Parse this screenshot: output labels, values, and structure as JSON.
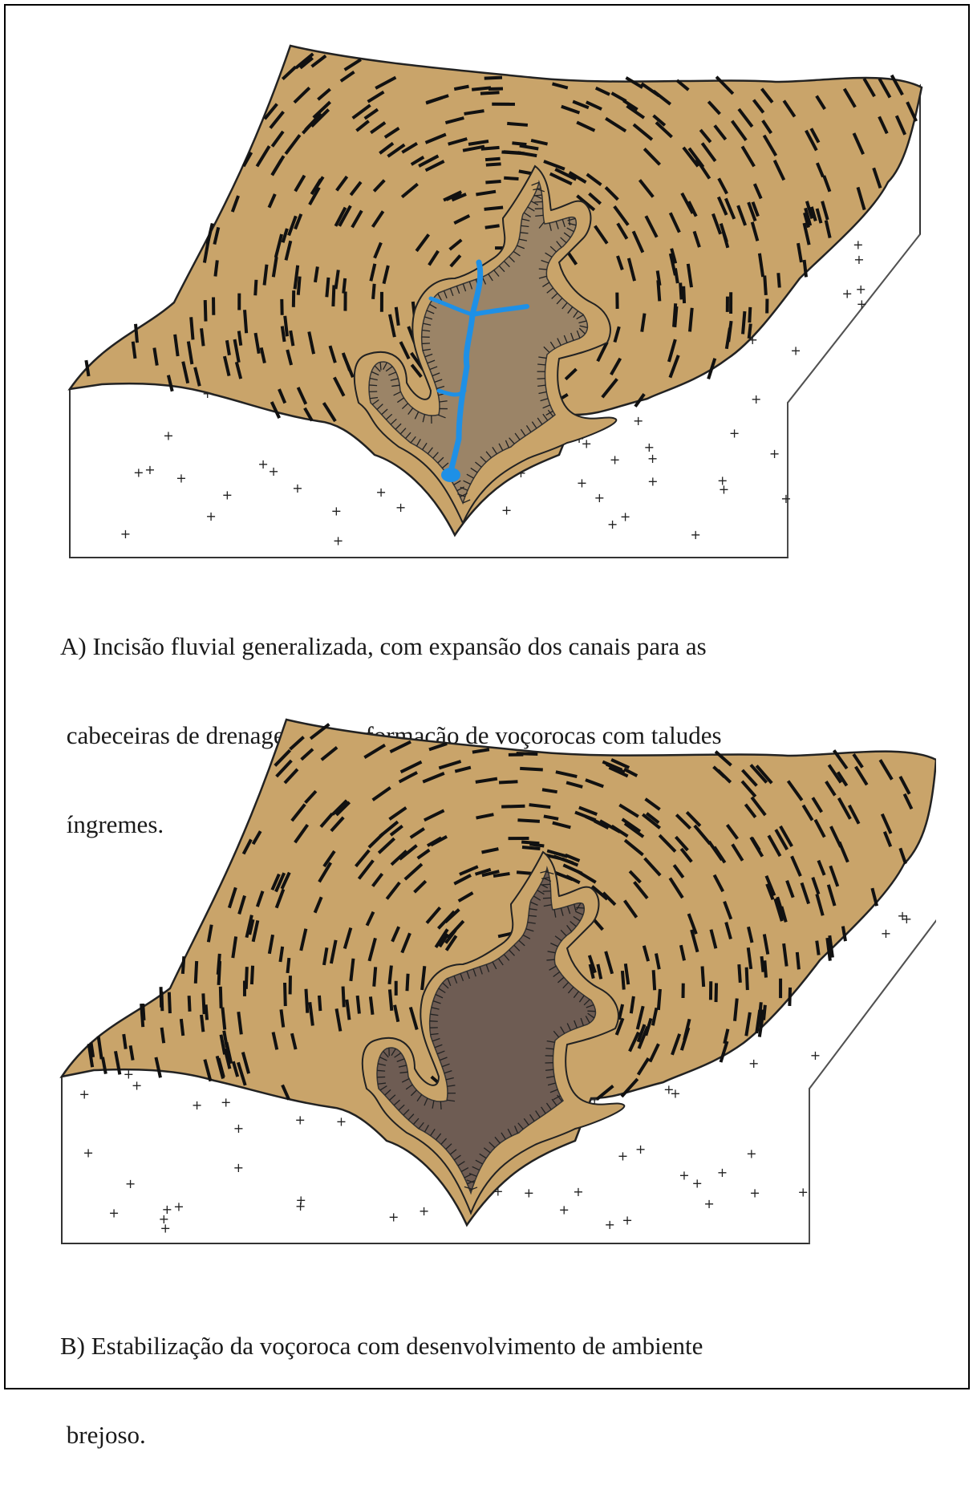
{
  "panel_a": {
    "caption_lines": [
      "A) Incisão fluvial generalizada, com expansão dos canais para as",
      " cabeceiras de drenagem, com formação de voçorocas com taludes",
      " íngremes."
    ],
    "has_channel": true
  },
  "panel_b": {
    "caption_lines": [
      "B) Estabilização da voçoroca com desenvolvimento de ambiente",
      " brejoso."
    ],
    "has_channel": false
  },
  "colors": {
    "soil_surface": "#c9a46a",
    "gully_floor_a": "#9b8467",
    "gully_floor_b": "#6e5c53",
    "water": "#1e90e6",
    "rock_base": "#ffffff",
    "ink": "#111111"
  }
}
